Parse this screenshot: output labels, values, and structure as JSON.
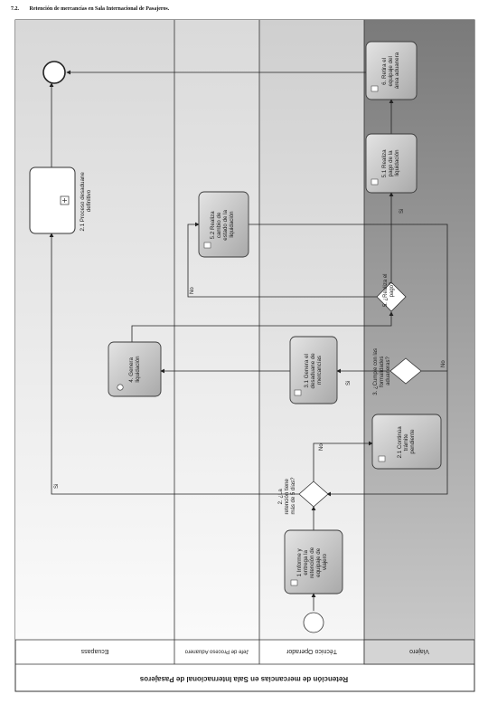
{
  "heading": {
    "number": "7.2.",
    "title": "Retención de mercancías en Sala Internacional de Pasajeros."
  },
  "pool": {
    "title": "Retención de mercancías en Sala Internacional de Pasajeros"
  },
  "lanes": [
    "Viajero",
    "Técnico Operador",
    "Jefe de Proceso Aduanero",
    "Ecuapass"
  ],
  "tasks": {
    "t1": [
      "1 Informe y",
      "entrega la",
      "retención de",
      "equipaje de",
      "viajero"
    ],
    "t2": [
      "2.1 Continúa",
      "trámite",
      "pendiente"
    ],
    "t3": [
      "3.1 Genera el",
      "desaduane de",
      "mercancías"
    ],
    "t4": [
      "4. Genera",
      "liquidación"
    ],
    "t5": [
      "5.2 Realiza",
      "cambio de",
      "estado de la",
      "liquidación"
    ],
    "t6": [
      "5.1 Realiza",
      "pago de la",
      "liquidación"
    ],
    "t7": [
      "6. Retira el",
      "equipaje del",
      "área aduanera"
    ],
    "sub": [
      "2.1 Proceso desaduane",
      "definitivo"
    ]
  },
  "gateways": {
    "g1": [
      "2. ¿La",
      "retención tiene",
      "más de 5 días?"
    ],
    "g2": [
      "3. ¿Cumple con las",
      "formalidades",
      "aduaneras?"
    ],
    "g3": [
      "5. ¿Realiza el",
      "pago?"
    ]
  },
  "flow_labels": {
    "si": "Si",
    "no": "No"
  },
  "colors": {
    "task_fill": "#d2d2d2",
    "task_stroke": "#3a3a3a",
    "line": "#222222",
    "viajero_lane": "#9a9a9a"
  }
}
